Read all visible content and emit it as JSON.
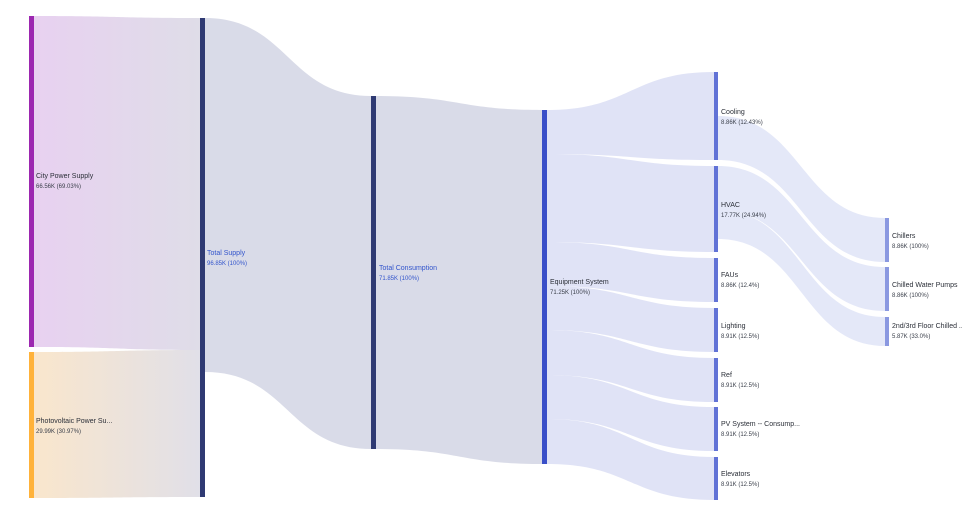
{
  "chart_data": {
    "type": "sankey",
    "nodes": [
      {
        "id": "city",
        "name": "City Power Supply",
        "value_label": "66.56K (69.03%)",
        "color": "#9c27b0"
      },
      {
        "id": "pv_supply",
        "name": "Photovoltaic Power Su...",
        "value_label": "29.99K (30.97%)",
        "color": "#ffb23a"
      },
      {
        "id": "total_supply",
        "name": "Total Supply",
        "value_label": "96.85K (100%)",
        "color": "#2f3a73",
        "accent": true
      },
      {
        "id": "total_cons",
        "name": "Total Consumption",
        "value_label": "71.85K (100%)",
        "color": "#2f3a73",
        "accent": true
      },
      {
        "id": "equipment",
        "name": "Equipment System",
        "value_label": "71.25K (100%)",
        "color": "#3a4fc8"
      },
      {
        "id": "cooling",
        "name": "Cooling",
        "value_label": "8.86K (12.43%)",
        "color": "#6172d6"
      },
      {
        "id": "hvac",
        "name": "HVAC",
        "value_label": "17.77K (24.94%)",
        "color": "#6172d6"
      },
      {
        "id": "faus",
        "name": "FAUs",
        "value_label": "8.86K (12.4%)",
        "color": "#6172d6"
      },
      {
        "id": "lighting",
        "name": "Lighting",
        "value_label": "8.91K (12.5%)",
        "color": "#6172d6"
      },
      {
        "id": "ref",
        "name": "Ref",
        "value_label": "8.91K (12.5%)",
        "color": "#6172d6"
      },
      {
        "id": "pv_cons",
        "name": "PV System -- Consump...",
        "value_label": "8.91K (12.5%)",
        "color": "#6172d6"
      },
      {
        "id": "elevators",
        "name": "Elevators",
        "value_label": "8.91K (12.5%)",
        "color": "#6172d6"
      },
      {
        "id": "chillers",
        "name": "Chillers",
        "value_label": "8.86K (100%)",
        "color": "#8a98e0"
      },
      {
        "id": "cwp",
        "name": "Chilled Water Pumps",
        "value_label": "8.86K (100%)",
        "color": "#8a98e0"
      },
      {
        "id": "floor23",
        "name": "2nd/3rd Floor Chilled ...",
        "value_label": "5.87K (33.0%)",
        "color": "#8a98e0"
      }
    ],
    "links": [
      {
        "source": "city",
        "target": "total_supply",
        "value": 66.56,
        "color": "#dcc3e6"
      },
      {
        "source": "pv_supply",
        "target": "total_supply",
        "value": 29.99,
        "color": "#f5dcbd"
      },
      {
        "source": "total_supply",
        "target": "total_cons",
        "value": 71.85,
        "color": "#d6d8e6"
      },
      {
        "source": "total_cons",
        "target": "equipment",
        "value": 71.25,
        "color": "#d6d8e6"
      },
      {
        "source": "equipment",
        "target": "cooling",
        "value": 8.86,
        "color": "#dde1f5"
      },
      {
        "source": "equipment",
        "target": "hvac",
        "value": 17.77,
        "color": "#dde1f5"
      },
      {
        "source": "equipment",
        "target": "faus",
        "value": 8.86,
        "color": "#dde1f5"
      },
      {
        "source": "equipment",
        "target": "lighting",
        "value": 8.91,
        "color": "#dde1f5"
      },
      {
        "source": "equipment",
        "target": "ref",
        "value": 8.91,
        "color": "#dde1f5"
      },
      {
        "source": "equipment",
        "target": "pv_cons",
        "value": 8.91,
        "color": "#dde1f5"
      },
      {
        "source": "equipment",
        "target": "elevators",
        "value": 8.91,
        "color": "#dde1f5"
      },
      {
        "source": "cooling",
        "target": "chillers",
        "value": 8.86,
        "color": "#e2e6f7"
      },
      {
        "source": "hvac",
        "target": "cwp",
        "value": 8.86,
        "color": "#e2e6f7"
      },
      {
        "source": "hvac",
        "target": "floor23",
        "value": 5.87,
        "color": "#e2e6f7"
      }
    ]
  }
}
